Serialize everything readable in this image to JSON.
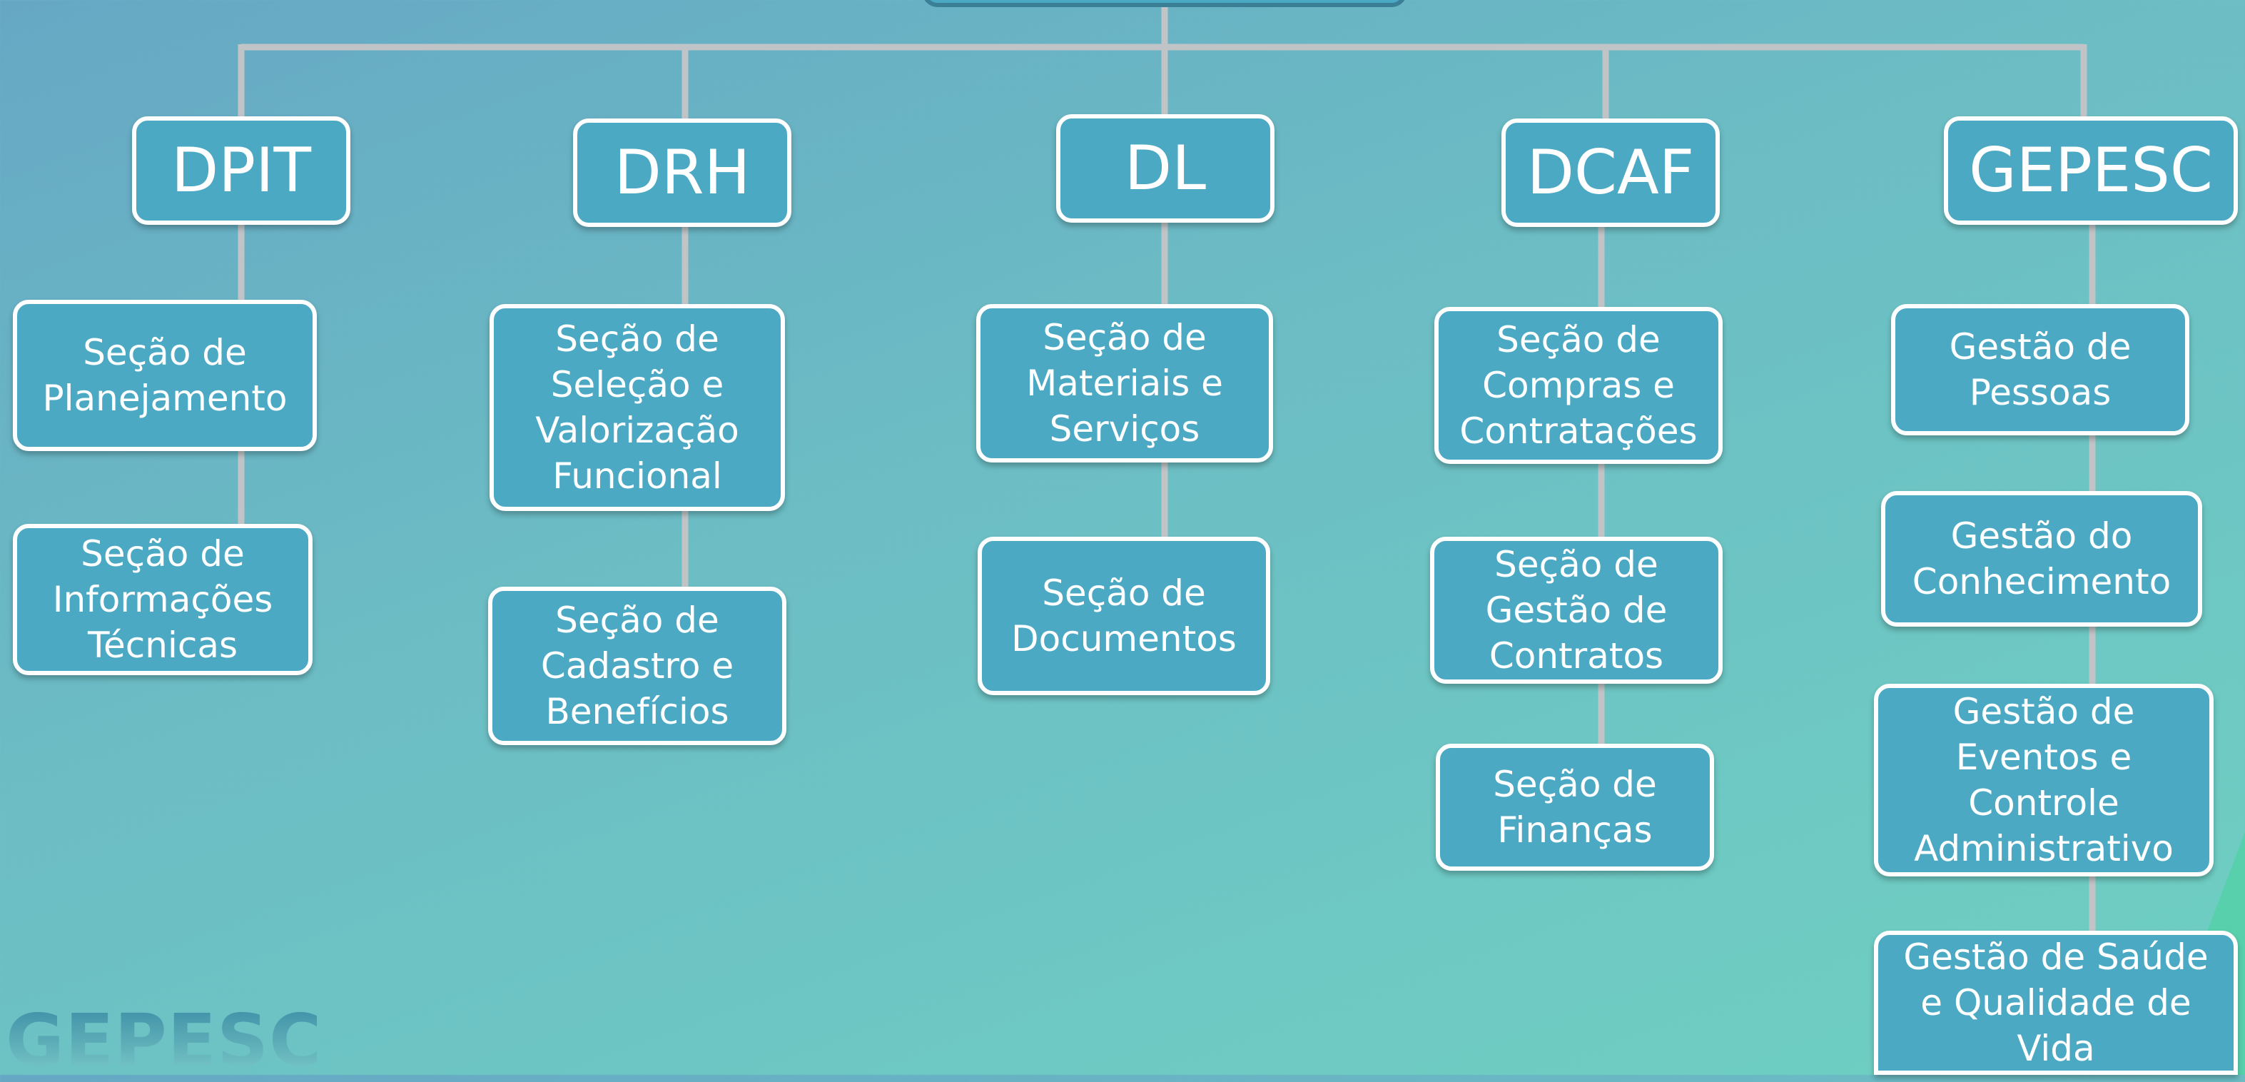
{
  "colors": {
    "box_fill": "#4ba9c4",
    "box_border": "#ffffff",
    "connector": "#c0c4c6",
    "text": "#ffffff"
  },
  "logo_text": "GEPESC",
  "departments": [
    {
      "name": "DPIT",
      "sections": [
        "Seção de\nPlanejamento",
        "Seção de\nInformações\nTécnicas"
      ]
    },
    {
      "name": "DRH",
      "sections": [
        "Seção de\nSeleção e\nValorização\nFuncional",
        "Seção de\nCadastro e\nBenefícios"
      ]
    },
    {
      "name": "DL",
      "sections": [
        "Seção de\nMateriais e\nServiços",
        "Seção de\nDocumentos"
      ]
    },
    {
      "name": "DCAF",
      "sections": [
        "Seção de\nCompras e\nContratações",
        "Seção de\nGestão de\nContratos",
        "Seção de\nFinanças"
      ]
    },
    {
      "name": "GEPESC",
      "sections": [
        "Gestão de\nPessoas",
        "Gestão do\nConhecimento",
        "Gestão de\nEventos e\nControle\nAdministrativo",
        "Gestão de Saúde\ne Qualidade de\nVida"
      ]
    }
  ]
}
